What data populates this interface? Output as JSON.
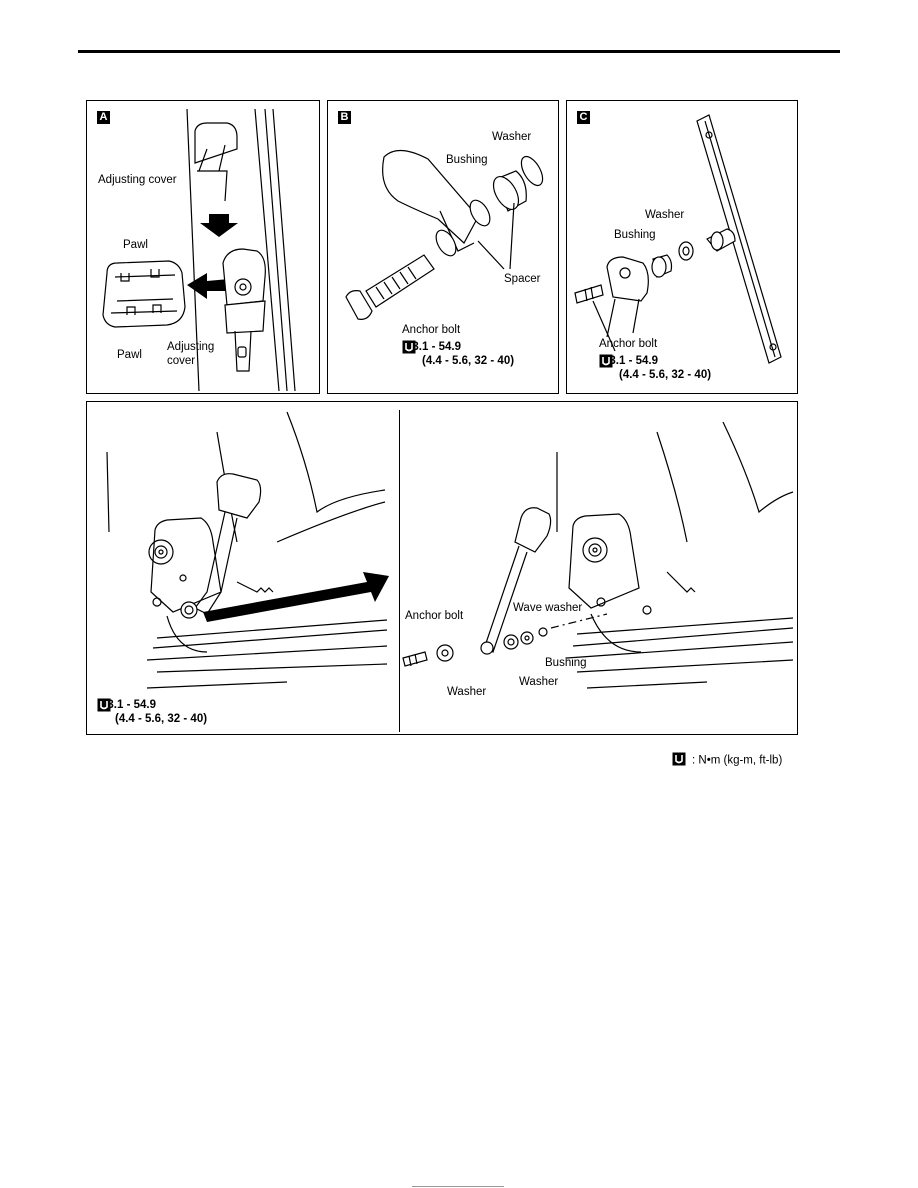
{
  "panels": {
    "a": {
      "badge": "A",
      "labels": {
        "adjusting_cover_top": "Adjusting cover",
        "pawl_top": "Pawl",
        "pawl_bottom": "Pawl",
        "adjusting_cover_bottom_1": "Adjusting",
        "adjusting_cover_bottom_2": "cover"
      }
    },
    "b": {
      "badge": "B",
      "labels": {
        "washer": "Washer",
        "bushing": "Bushing",
        "spacer": "Spacer",
        "anchor_bolt": "Anchor bolt"
      },
      "torque": {
        "value": "43.1 - 54.9",
        "alt": "(4.4 - 5.6, 32 - 40)"
      }
    },
    "c": {
      "badge": "C",
      "labels": {
        "washer": "Washer",
        "bushing": "Bushing",
        "anchor_bolt": "Anchor bolt"
      },
      "torque": {
        "value": "43.1 - 54.9",
        "alt": "(4.4 - 5.6, 32 - 40)"
      }
    },
    "bottom": {
      "torque": {
        "value": "43.1 - 54.9",
        "alt": "(4.4 - 5.6, 32 - 40)"
      },
      "labels": {
        "anchor_bolt": "Anchor bolt",
        "wave_washer": "Wave washer",
        "bushing": "Bushing",
        "washer_left": "Washer",
        "washer_right": "Washer"
      }
    }
  },
  "legend": {
    "text": ": N•m (kg-m, ft-lb)",
    "icon": "torque-wrench-icon"
  }
}
